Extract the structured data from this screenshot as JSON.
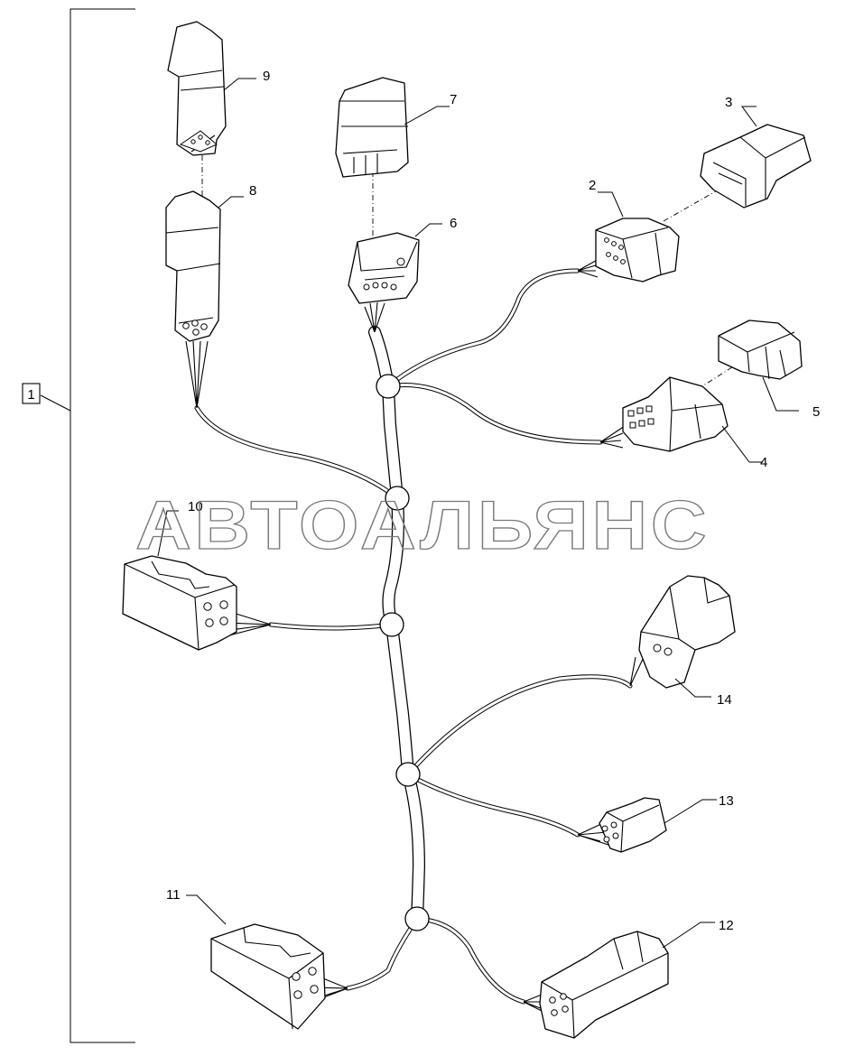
{
  "assembly_label": "1",
  "watermark": "АВТОАЛЬЯНС",
  "callouts": [
    {
      "id": "c2",
      "text": "2"
    },
    {
      "id": "c3",
      "text": "3"
    },
    {
      "id": "c4",
      "text": "4"
    },
    {
      "id": "c5",
      "text": "5"
    },
    {
      "id": "c6",
      "text": "6"
    },
    {
      "id": "c7",
      "text": "7"
    },
    {
      "id": "c8",
      "text": "8"
    },
    {
      "id": "c9",
      "text": "9"
    },
    {
      "id": "c10",
      "text": "10"
    },
    {
      "id": "c11",
      "text": "11"
    },
    {
      "id": "c12",
      "text": "12"
    },
    {
      "id": "c13",
      "text": "13"
    },
    {
      "id": "c14",
      "text": "14"
    }
  ]
}
